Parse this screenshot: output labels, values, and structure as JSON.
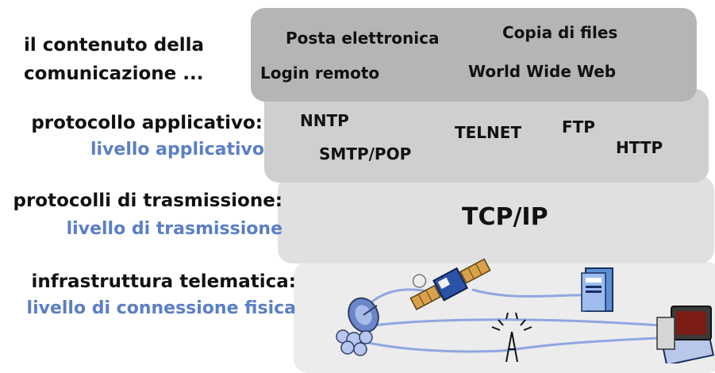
{
  "layers": {
    "content": {
      "label_line1": "il contenuto della",
      "label_line2": "comunicazione ...",
      "items": [
        "Posta elettronica",
        "Copia di files",
        "Login remoto",
        "World Wide Web"
      ]
    },
    "application": {
      "label": "protocollo applicativo:",
      "level": "livello applicativo",
      "items": [
        "NNTP",
        "TELNET",
        "FTP",
        "SMTP/POP",
        "HTTP"
      ]
    },
    "transmission": {
      "label": "protocolli di trasmissione:",
      "level": "livello di trasmissione",
      "protocol": "TCP/IP"
    },
    "physical": {
      "label": "infrastruttura telematica:",
      "level": "livello di connessione fisica",
      "icons": [
        "satellite-dish-icon",
        "satellite-icon",
        "server-icon",
        "antenna-tower-icon",
        "computer-icon"
      ]
    }
  },
  "colors": {
    "level_text": "#5b7fc6",
    "link_line": "#8fa6e0"
  }
}
